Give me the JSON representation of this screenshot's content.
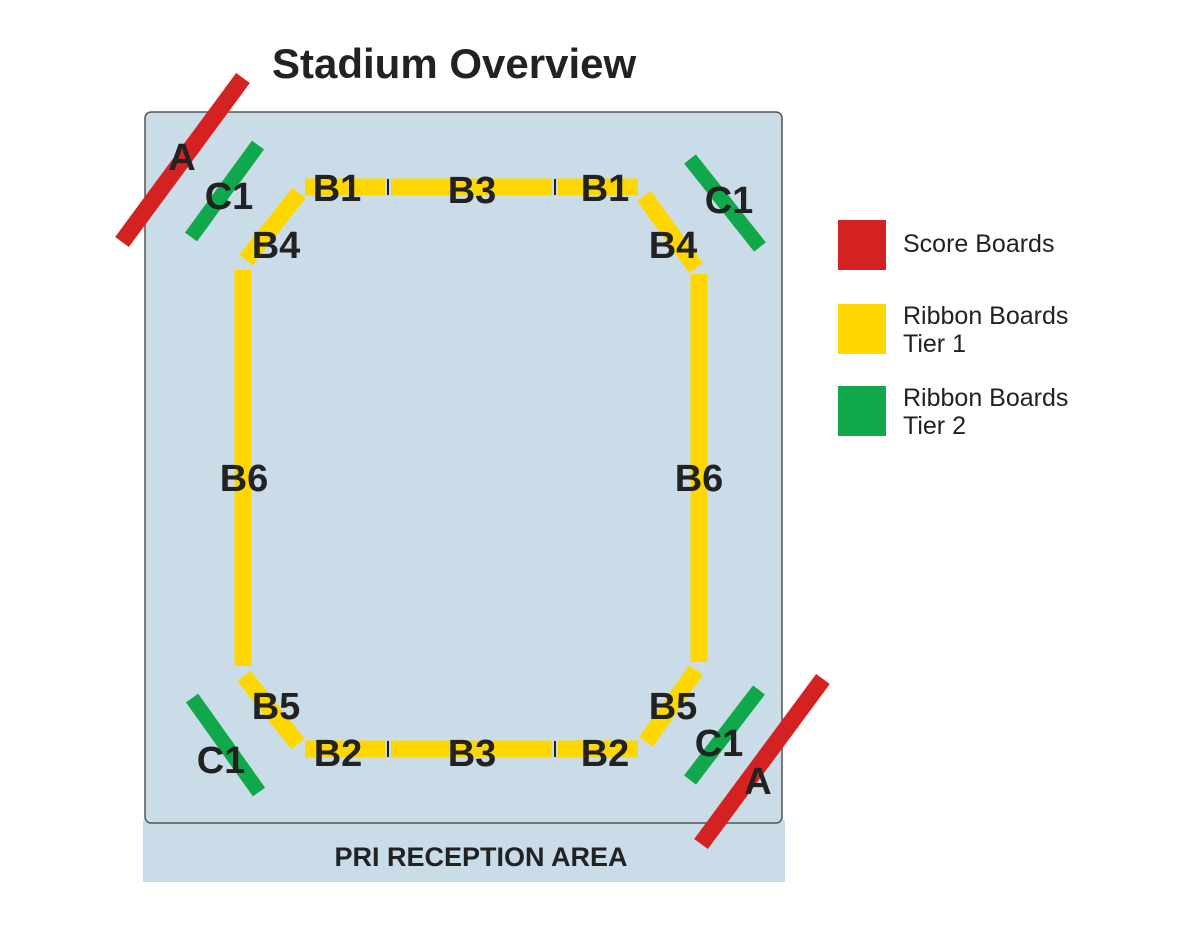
{
  "title": "Stadium Overview",
  "colors": {
    "score": "#d42222",
    "tier1": "#ffd700",
    "tier2": "#10a84a",
    "field": "#cbdce9",
    "border": "#555555"
  },
  "reception_area": "PRI RECEPTION AREA",
  "legend": [
    {
      "label": "Score Boards",
      "color": "#d42222"
    },
    {
      "label": "Ribbon Boards\nTier 1",
      "color": "#ffd700"
    },
    {
      "label": "Ribbon Boards\nTier 2",
      "color": "#10a84a"
    }
  ],
  "labels": {
    "a": "A",
    "b1": "B1",
    "b2": "B2",
    "b3": "B3",
    "b4": "B4",
    "b5": "B5",
    "b6": "B6",
    "c1": "C1"
  }
}
